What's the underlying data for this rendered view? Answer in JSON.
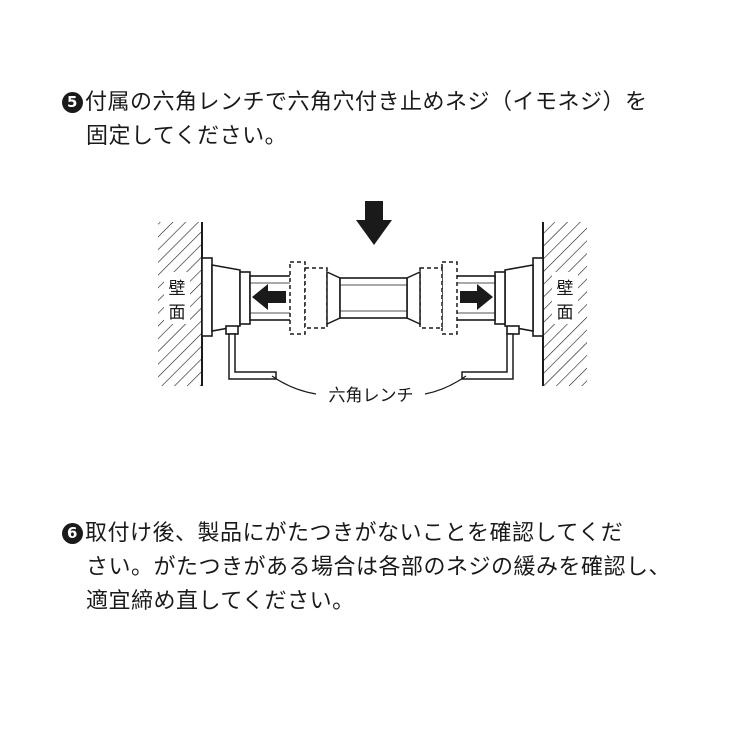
{
  "steps": [
    {
      "number": "5",
      "lines": [
        "付属の六角レンチで六角穴付き止めネジ（イモネジ）を",
        "固定してください。"
      ]
    },
    {
      "number": "6",
      "lines": [
        "取付け後、製品にがたつきがないことを確認してくだ",
        "さい。がたつきがある場合は各部のネジの緩みを確認し、",
        "適宜締め直してください。"
      ]
    }
  ],
  "diagram": {
    "wall_label_left": [
      "壁",
      "面"
    ],
    "wall_label_right": [
      "壁",
      "面"
    ],
    "wrench_label": "六角レンチ",
    "icons": [
      "down-arrow-icon",
      "left-arrow-icon",
      "right-arrow-icon"
    ]
  }
}
